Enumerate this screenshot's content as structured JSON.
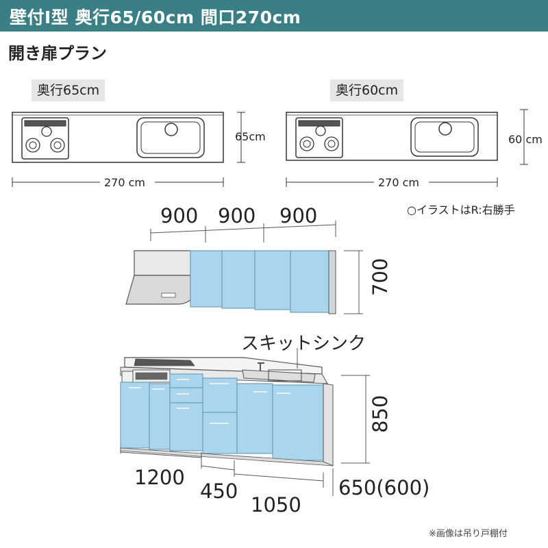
{
  "header": {
    "title": "壁付I型 奥行65/60cm 間口270cm"
  },
  "plan_title": "開き扉プラン",
  "plan_views": {
    "left": {
      "depth_label": "奥行65cm",
      "depth_dim": "65cm",
      "width_dim": "270 cm"
    },
    "right": {
      "depth_label": "奥行60cm",
      "depth_dim": "60 cm",
      "width_dim": "270 cm"
    }
  },
  "illustration_note": "○イラストはR:右勝手",
  "wall_cabinet": {
    "widths": [
      "900",
      "900",
      "900"
    ],
    "height": "700"
  },
  "base_cabinet": {
    "sink_label": "スキットシンク",
    "height": "850",
    "widths": [
      "1200",
      "450",
      "1050"
    ],
    "depth": "650(600)"
  },
  "footnote": "※画像は吊り戸棚付",
  "colors": {
    "header": "#3a7f86",
    "door": "#a9d6ee",
    "door_edge": "#6f9fb8"
  }
}
